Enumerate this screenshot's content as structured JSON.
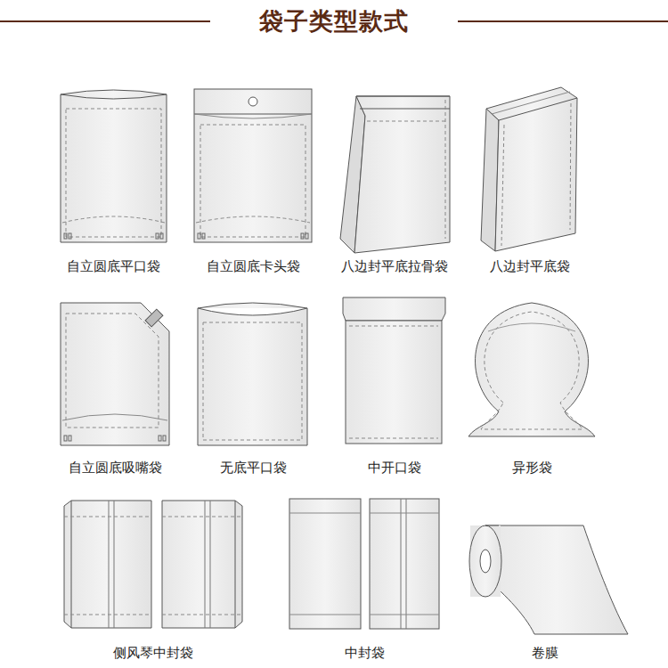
{
  "diagram": {
    "title": "袋子类型款式",
    "labels": [
      "自立圆底平口袋",
      "自立圆底卡头袋",
      "八边封平底拉骨袋",
      "八边封平底袋",
      "自立圆底吸嘴袋",
      "无底平口袋",
      "中开口袋",
      "异形袋",
      "侧风琴中封袋",
      "中封袋",
      "卷膜"
    ]
  }
}
